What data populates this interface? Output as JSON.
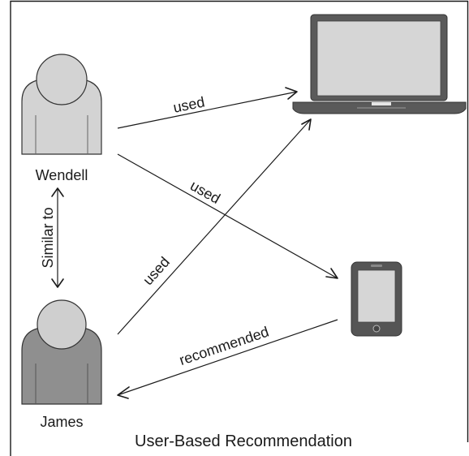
{
  "people": [
    {
      "id": "wendell",
      "name": "Wendell",
      "fill": "#d3d3d3"
    },
    {
      "id": "james",
      "name": "James",
      "fill": "#8f8f8f"
    }
  ],
  "devices": [
    {
      "id": "laptop",
      "icon": "laptop-icon"
    },
    {
      "id": "phone",
      "icon": "smartphone-icon"
    }
  ],
  "edges": [
    {
      "from": "wendell",
      "to": "laptop",
      "label": "used"
    },
    {
      "from": "wendell",
      "to": "phone",
      "label": "used"
    },
    {
      "from": "james",
      "to": "laptop",
      "label": "used"
    },
    {
      "from": "phone",
      "to": "james",
      "label": "recommended"
    },
    {
      "from": "wendell",
      "to": "james",
      "label": "Similar to",
      "bidirectional": true
    }
  ],
  "caption": "User-Based Recommendation",
  "colors": {
    "stroke": "#1a1a1a",
    "device_body": "#555555",
    "screen": "#d6d6d6"
  }
}
